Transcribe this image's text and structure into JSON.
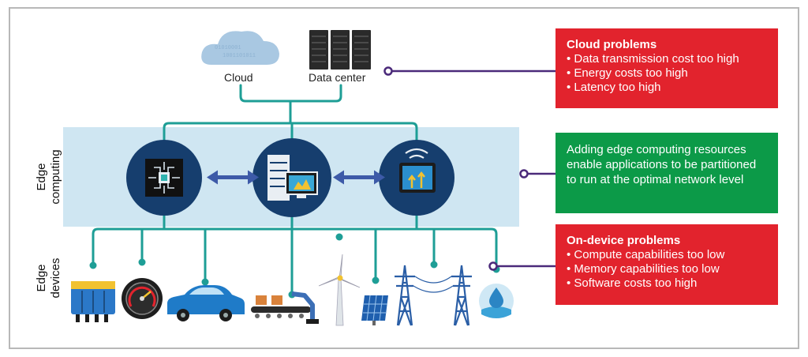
{
  "nodes": {
    "cloud_label": "Cloud",
    "datacenter_label": "Data center"
  },
  "axis": {
    "edge_computing": "Edge\ncomputing",
    "edge_devices": "Edge\ndevices"
  },
  "boxes": {
    "cloud": {
      "title": "Cloud problems",
      "items": [
        "Data transmission cost too high",
        "Energy costs too high",
        "Latency too high"
      ],
      "color": "#e2232d"
    },
    "edge": {
      "text": "Adding edge computing resources enable applications to be partitioned to run at the optimal network level",
      "color": "#0c9a48"
    },
    "device": {
      "title": "On-device problems",
      "items": [
        "Compute capabilities too low",
        "Memory capabilities too low",
        "Software costs too high"
      ],
      "color": "#e2232d"
    }
  },
  "colors": {
    "connector": "#1e9e96",
    "callout_line": "#4b2a7a",
    "node_circle": "#163e6e",
    "band": "#cfe6f2"
  },
  "icons": [
    "cloud-icon",
    "server-rack-icon",
    "processor-chip-icon",
    "server-monitor-icon",
    "wireless-tablet-icon",
    "battery-pack-icon",
    "gauge-icon",
    "car-icon",
    "robot-arm-conveyor-icon",
    "wind-turbine-icon",
    "solar-panel-icon",
    "power-tower-icon",
    "water-drop-icon"
  ]
}
